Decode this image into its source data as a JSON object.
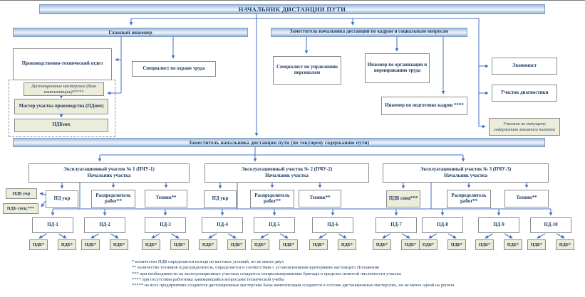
{
  "title": "НАЧАЛЬНИК ДИСТАНЦИИ ПУТИ",
  "bands": {
    "chief_engineer": "Главный инженер",
    "deputy_hr": "Заместитель начальника дистанции по кадрам и социальным вопросам",
    "deputy_maintenance": "Заместитель начальника дистанции пути (по текущему содержанию пути)"
  },
  "top_boxes": {
    "pto": "Производственно-технический отдел",
    "labor_safety": "Специалист по охране труда",
    "hr_specialist": "Специалист по управлению персоналом",
    "labor_org_engineer": "Инженер по организации и нормированию труда",
    "training_engineer": "Инженер по подготовке кадров ****",
    "economist": "Экономист",
    "diagnostics": "Участок диагностики",
    "subgrade": "Участок по текущему содержанию земляного полотна",
    "workshops": "Дистанционные мастерские (база комплектации)*****",
    "production_master": "Мастер участка производства (ПДмех)",
    "pdb_meh": "ПДБмех"
  },
  "sections": [
    {
      "title": "Эксплуатационный участок № 1 (ПЧУ-1)",
      "subtitle": "Начальник участка",
      "side": [
        "ПДБ укр",
        "ПДБ спец.***"
      ],
      "staff": [
        "ПД укр",
        "Распределитель работ**",
        "Техник**"
      ]
    },
    {
      "title": "Эксплуатационный участок № 2 (ПЧУ-2)",
      "subtitle": "Начальник участка",
      "staff": [
        "ПД укр",
        "Распределитель работ**",
        "Техник**"
      ]
    },
    {
      "title": "Эксплуатационный участок № 3 (ПЧУ-3)",
      "subtitle": "Начальник участка",
      "staff": [
        "ПДБ спец***",
        "Распределитель работ**",
        "Техник**"
      ]
    }
  ],
  "pd_units": [
    "ПД-1",
    "ПД-2",
    "ПД-3",
    "ПД-4",
    "ПД-5",
    "ПД-6",
    "ПД-7",
    "ПД-8",
    "ПД-9",
    "ПД-10"
  ],
  "pdb_label": "ПДБ*",
  "footnotes": [
    "* количество ПДБ  определяется исходя из местных условий, но не менее двух",
    "** количество техников и распределитель, определяется в соответствии с установленными критериями настоящего Положения",
    "*** при необходимости на эксплуатационных участках создаются специализированные бригады в пределах штатной численности участка",
    "**** при отсутствии работника занимающийся вопросами технической учебы",
    "***** на всех предприятиях создаются дистанционные мастерские Базы комплектации создаются в составе дистанционных мастерских, но не менее одной на регион"
  ],
  "colors": {
    "accent_blue": "#4472c4",
    "band_fill": "#c2d3eb",
    "shaded_fill": "#ebecd9",
    "text_navy": "#17365d"
  }
}
